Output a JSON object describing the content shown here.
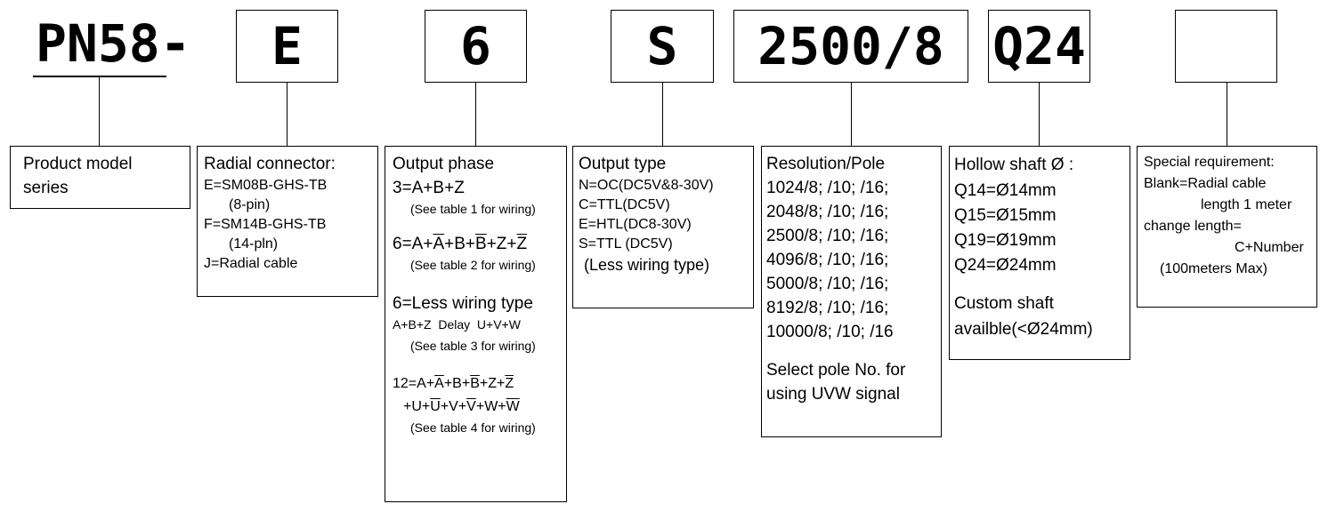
{
  "model": {
    "prefix": "PN58-",
    "codes": [
      "E",
      "6",
      "S",
      "2500/8",
      "Q24",
      ""
    ]
  },
  "series": {
    "line1": "Product model",
    "line2": "series"
  },
  "connector": {
    "title": "Radial connector:",
    "e": "E=SM08B-GHS-TB",
    "e_pins": "(8-pin)",
    "f": "F=SM14B-GHS-TB",
    "f_pins": "(14-pln)",
    "j": "J=Radial cable"
  },
  "phase": {
    "title": "Output phase",
    "opt3": "3=A+B+Z",
    "note1": "(See table 1 for wiring)",
    "opt6": {
      "p1": "6=A+",
      "a": "A",
      "p2": "+B+",
      "b": "B",
      "p3": "+Z+",
      "z": "Z"
    },
    "note2": "(See table 2 for wiring)",
    "opt6less": "6=Less wiring type",
    "delay": "A+B+Z  Delay  U+V+W",
    "note3": "(See table 3 for wiring)",
    "opt12a": {
      "p1": "12=A+",
      "a": "A",
      "p2": "+B+",
      "b": "B",
      "p3": "+Z+",
      "z": "Z"
    },
    "opt12b": {
      "p1": "+U+",
      "u": "U",
      "p2": "+V+",
      "v": "V",
      "p3": "+W+",
      "w": "W"
    },
    "note4": "(See table 4 for wiring)"
  },
  "output_type": {
    "title": "Output type",
    "n": "N=OC(DC5V&8-30V)",
    "c": "C=TTL(DC5V)",
    "e": "E=HTL(DC8-30V)",
    "s": "S=TTL (DC5V)",
    "less": "(Less wiring type)"
  },
  "resolution": {
    "title": "Resolution/Pole",
    "items": [
      "1024/8; /10; /16;",
      "2048/8; /10; /16;",
      "2500/8; /10; /16;",
      "4096/8; /10; /16;",
      "5000/8; /10; /16;",
      "8192/8; /10; /16;",
      "10000/8; /10; /16"
    ],
    "note1": "Select pole No. for",
    "note2": "using UVW signal"
  },
  "shaft": {
    "title": "Hollow shaft Ø :",
    "items": [
      "Q14=Ø14mm",
      "Q15=Ø15mm",
      "Q19=Ø19mm",
      "Q24=Ø24mm"
    ],
    "custom1": "Custom shaft",
    "custom2": "availble(<Ø24mm)"
  },
  "special": {
    "title": "Special requirement:",
    "blank": "Blank=Radial cable",
    "length": "length 1 meter",
    "change": "change length=",
    "number": "C+Number",
    "max": "(100meters Max)"
  }
}
